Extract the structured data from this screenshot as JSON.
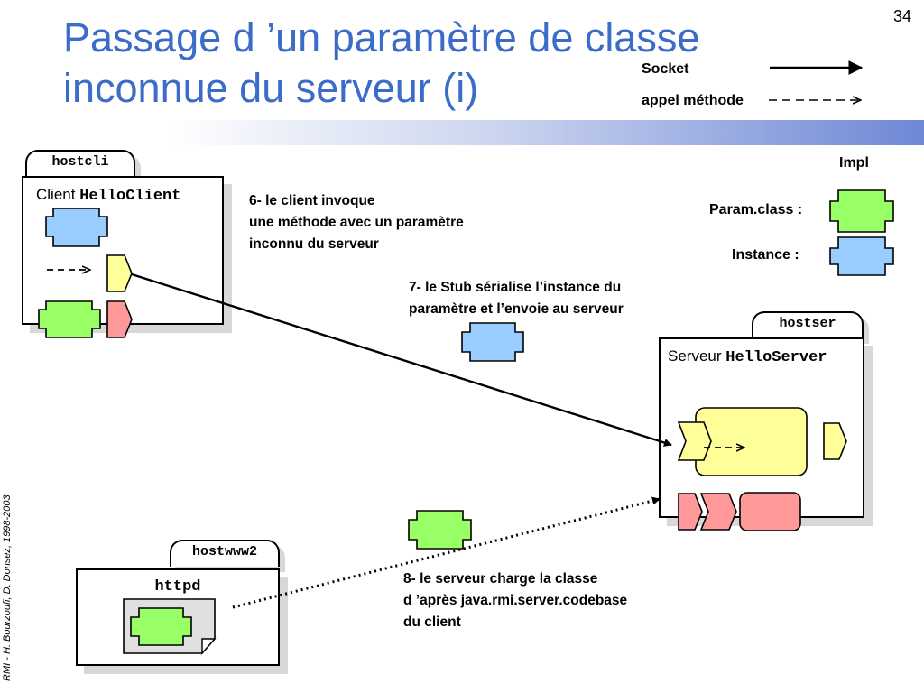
{
  "slide": {
    "title_line1": "Passage d ’un paramètre de classe",
    "title_line2": "inconnue du serveur (i)",
    "number": "34",
    "credit": "RMI - H. Bourzoufi, D. Donsez, 1998-2003"
  },
  "legend": {
    "socket": "Socket",
    "method_call": "appel méthode"
  },
  "impl": {
    "title": "Impl",
    "param_class": "Param.class :",
    "instance": "Instance :"
  },
  "hosts": {
    "client": {
      "tab": "hostcli",
      "label_prefix": "Client",
      "label_class": "HelloClient"
    },
    "server": {
      "tab": "hostser",
      "label_prefix": "Serveur",
      "label_class": "HelloServer"
    },
    "web": {
      "tab": "hostwww2",
      "label": "httpd"
    }
  },
  "steps": {
    "step6": [
      "6- le client invoque",
      "une méthode avec un paramètre",
      "inconnu du serveur"
    ],
    "step7": [
      "7- le Stub sérialise l’instance du",
      "paramètre et l’envoie au serveur"
    ],
    "step8": [
      "8- le serveur charge la classe",
      "d ’après java.rmi.server.codebase",
      "du client"
    ]
  },
  "colors": {
    "title": "#3a6cc8",
    "class_green": "#99ff66",
    "instance_blue": "#99ccff",
    "stub_yellow": "#ffff99",
    "skeleton_red": "#ff9999"
  },
  "icons": {
    "class": "green-class-shape",
    "instance": "blue-instance-shape",
    "stub": "yellow-stub-shape",
    "skeleton": "red-skeleton-shape",
    "document": "file-icon"
  }
}
